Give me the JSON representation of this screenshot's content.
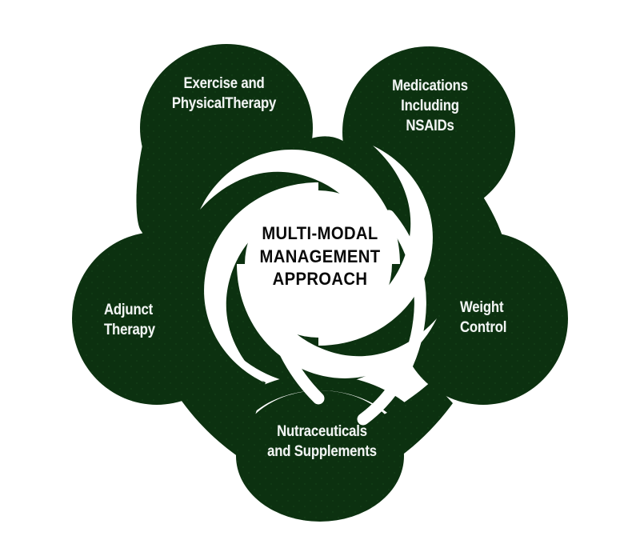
{
  "diagram": {
    "title": "Multi-Modal Management Approach",
    "type": "pinwheel-petal-diagram",
    "colors": {
      "petal_fill": "#0c3110",
      "background": "#ffffff",
      "petal_label_text": "#f2f5f4",
      "center_text": "#0a0a0a"
    },
    "center": {
      "text": "MULTI-MODAL\nMANAGEMENT\nAPPROACH",
      "line1": "MULTI-MODAL",
      "line2": "MANAGEMENT",
      "line3": "APPROACH"
    },
    "nodes": [
      {
        "id": "exercise-physical-therapy",
        "label": "Exercise and\nPhysicalTherapy",
        "position": "top-left"
      },
      {
        "id": "medications-nsaids",
        "label": "Medications\nIncluding\nNSAIDs",
        "position": "top-right"
      },
      {
        "id": "weight-control",
        "label": "Weight\nControl",
        "position": "right"
      },
      {
        "id": "nutraceuticals-supplements",
        "label": "Nutraceuticals\nand Supplements",
        "position": "bottom"
      },
      {
        "id": "adjunct-therapy",
        "label": "Adjunct\nTherapy",
        "position": "left"
      }
    ]
  }
}
